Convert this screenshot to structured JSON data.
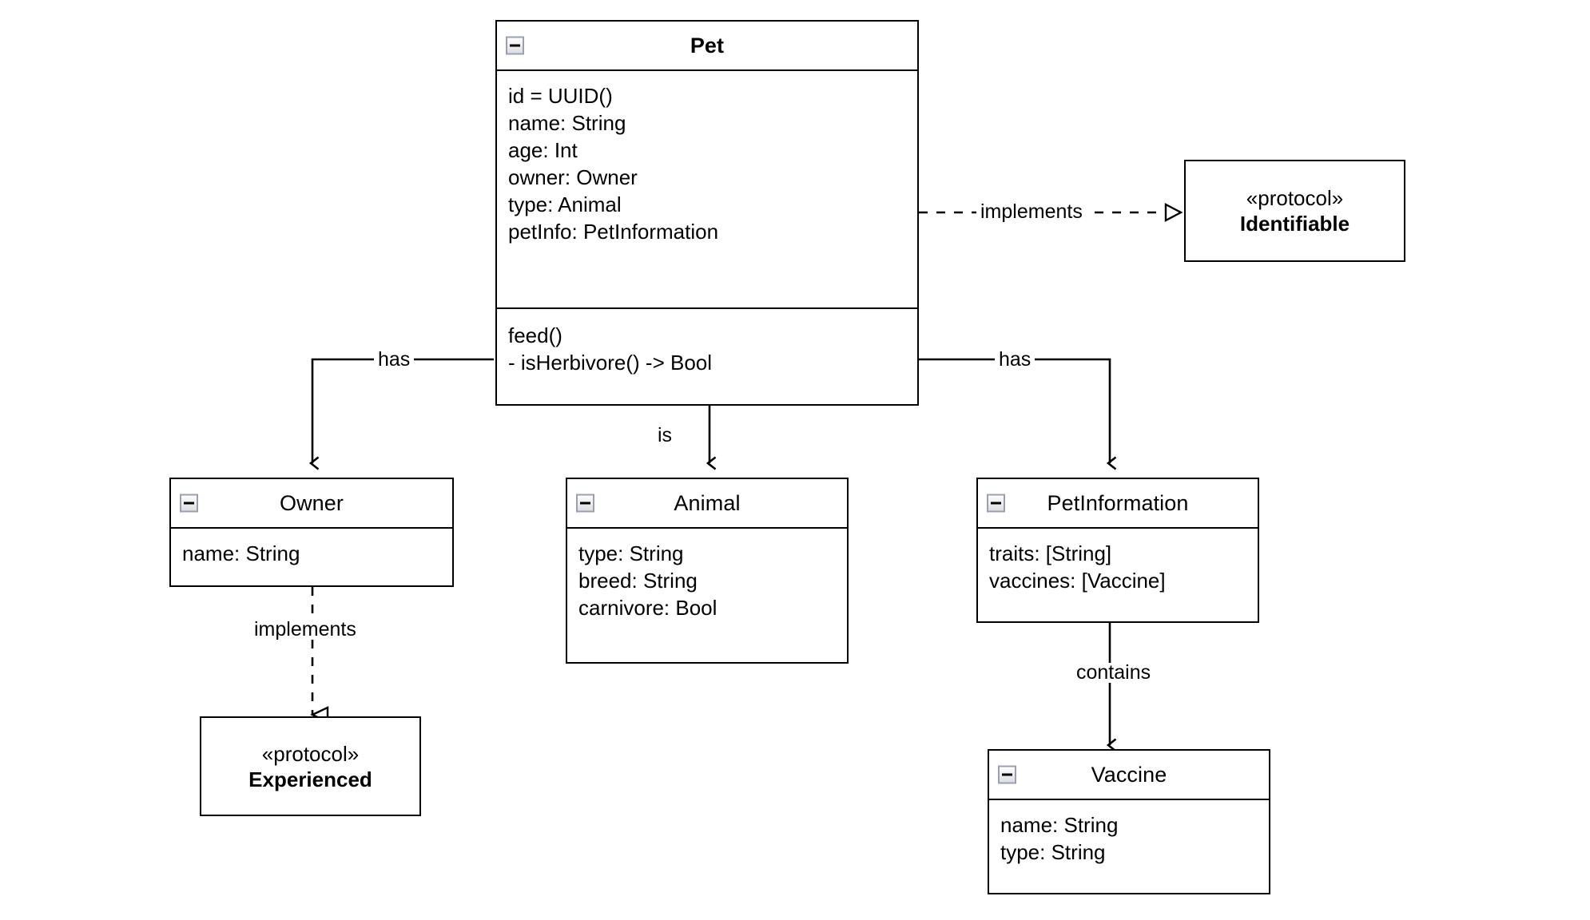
{
  "diagram": {
    "kind": "uml-class-diagram",
    "background_color": "#ffffff",
    "line_color": "#000000"
  },
  "classes": [
    {
      "id": "pet",
      "name": "Pet",
      "title_bold": true,
      "collapse_icon": "minus-icon",
      "attributes": [
        "id = UUID()",
        "name: String",
        "age: Int",
        "owner: Owner",
        "type: Animal",
        "petInfo: PetInformation"
      ],
      "methods": [
        "feed()",
        "- isHerbivore() -> Bool"
      ]
    },
    {
      "id": "owner",
      "name": "Owner",
      "title_bold": false,
      "collapse_icon": "minus-icon",
      "attributes": [
        "name: String"
      ],
      "methods": []
    },
    {
      "id": "animal",
      "name": "Animal",
      "title_bold": false,
      "collapse_icon": "minus-icon",
      "attributes": [
        "type: String",
        "breed: String",
        "carnivore: Bool"
      ],
      "methods": []
    },
    {
      "id": "petinformation",
      "name": "PetInformation",
      "title_bold": false,
      "collapse_icon": "minus-icon",
      "attributes": [
        "traits: [String]",
        "vaccines: [Vaccine]"
      ],
      "methods": []
    },
    {
      "id": "vaccine",
      "name": "Vaccine",
      "title_bold": false,
      "collapse_icon": "minus-icon",
      "attributes": [
        "name: String",
        "type: String"
      ],
      "methods": []
    }
  ],
  "protocols": [
    {
      "id": "identifiable",
      "stereotype": "«protocol»",
      "name": "Identifiable"
    },
    {
      "id": "experienced",
      "stereotype": "«protocol»",
      "name": "Experienced"
    }
  ],
  "relationships": [
    {
      "id": "pet-implements-identifiable",
      "label": "implements",
      "from": "Pet",
      "to": "Identifiable",
      "style": "dashed",
      "arrow": "hollow-triangle"
    },
    {
      "id": "pet-has-owner",
      "label": "has",
      "from": "Pet",
      "to": "Owner",
      "style": "solid",
      "arrow": "open-arrow"
    },
    {
      "id": "pet-is-animal",
      "label": "is",
      "from": "Pet",
      "to": "Animal",
      "style": "solid",
      "arrow": "open-arrow"
    },
    {
      "id": "pet-has-petinformation",
      "label": "has",
      "from": "Pet",
      "to": "PetInformation",
      "style": "solid",
      "arrow": "open-arrow"
    },
    {
      "id": "owner-implements-experienced",
      "label": "implements",
      "from": "Owner",
      "to": "Experienced",
      "style": "dashed",
      "arrow": "hollow-triangle"
    },
    {
      "id": "petinformation-contains-vaccine",
      "label": "contains",
      "from": "PetInformation",
      "to": "Vaccine",
      "style": "solid",
      "arrow": "open-arrow"
    }
  ]
}
